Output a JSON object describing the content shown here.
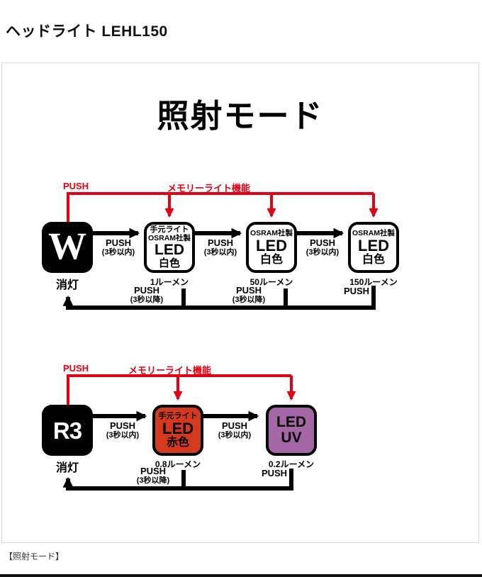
{
  "page": {
    "title": "ヘッドライト LEHL150",
    "caption": "【照射モード】"
  },
  "diagram": {
    "title": "照射モード",
    "colors": {
      "red": "#e60012",
      "redBox": "#d53a1e",
      "purpleBox": "#a566a5"
    },
    "white_row": {
      "push": "PUSH",
      "memory": "メモリーライト機能",
      "off": {
        "symbol": "W",
        "label": "消灯"
      },
      "forward1": {
        "l1": "PUSH",
        "l2": "(3秒以内)"
      },
      "forward2": {
        "l1": "PUSH",
        "l2": "(3秒以内)"
      },
      "forward3": {
        "l1": "PUSH",
        "l2": "(3秒以内)"
      },
      "box1": {
        "l1": "手元ライト",
        "l2": "OSRAM社製",
        "l3": "LED",
        "l4": "白色",
        "lumen": "1ルーメン"
      },
      "box2": {
        "l1": "OSRAM社製",
        "l2": "LED",
        "l3": "白色",
        "lumen": "50ルーメン"
      },
      "box3": {
        "l1": "OSRAM社製",
        "l2": "LED",
        "l3": "白色",
        "lumen": "150ルーメン"
      },
      "back1": {
        "l1": "PUSH",
        "l2": "(3秒以降)"
      },
      "back2": {
        "l1": "PUSH",
        "l2": "(3秒以降)"
      },
      "back3": "PUSH"
    },
    "color_row": {
      "push": "PUSH",
      "memory": "メモリーライト機能",
      "off": {
        "symbol": "R3",
        "label": "消灯"
      },
      "forward1": {
        "l1": "PUSH",
        "l2": "(3秒以内)"
      },
      "forward2": {
        "l1": "PUSH",
        "l2": "(3秒以内)"
      },
      "box1": {
        "l1": "手元ライト",
        "l2": "LED",
        "l3": "赤色",
        "lumen": "0.8ルーメン"
      },
      "box2": {
        "l1": "LED",
        "l2": "UV",
        "lumen": "0.2ルーメン"
      },
      "back1": {
        "l1": "PUSH",
        "l2": "(3秒以降)"
      },
      "back2": "PUSH"
    }
  }
}
